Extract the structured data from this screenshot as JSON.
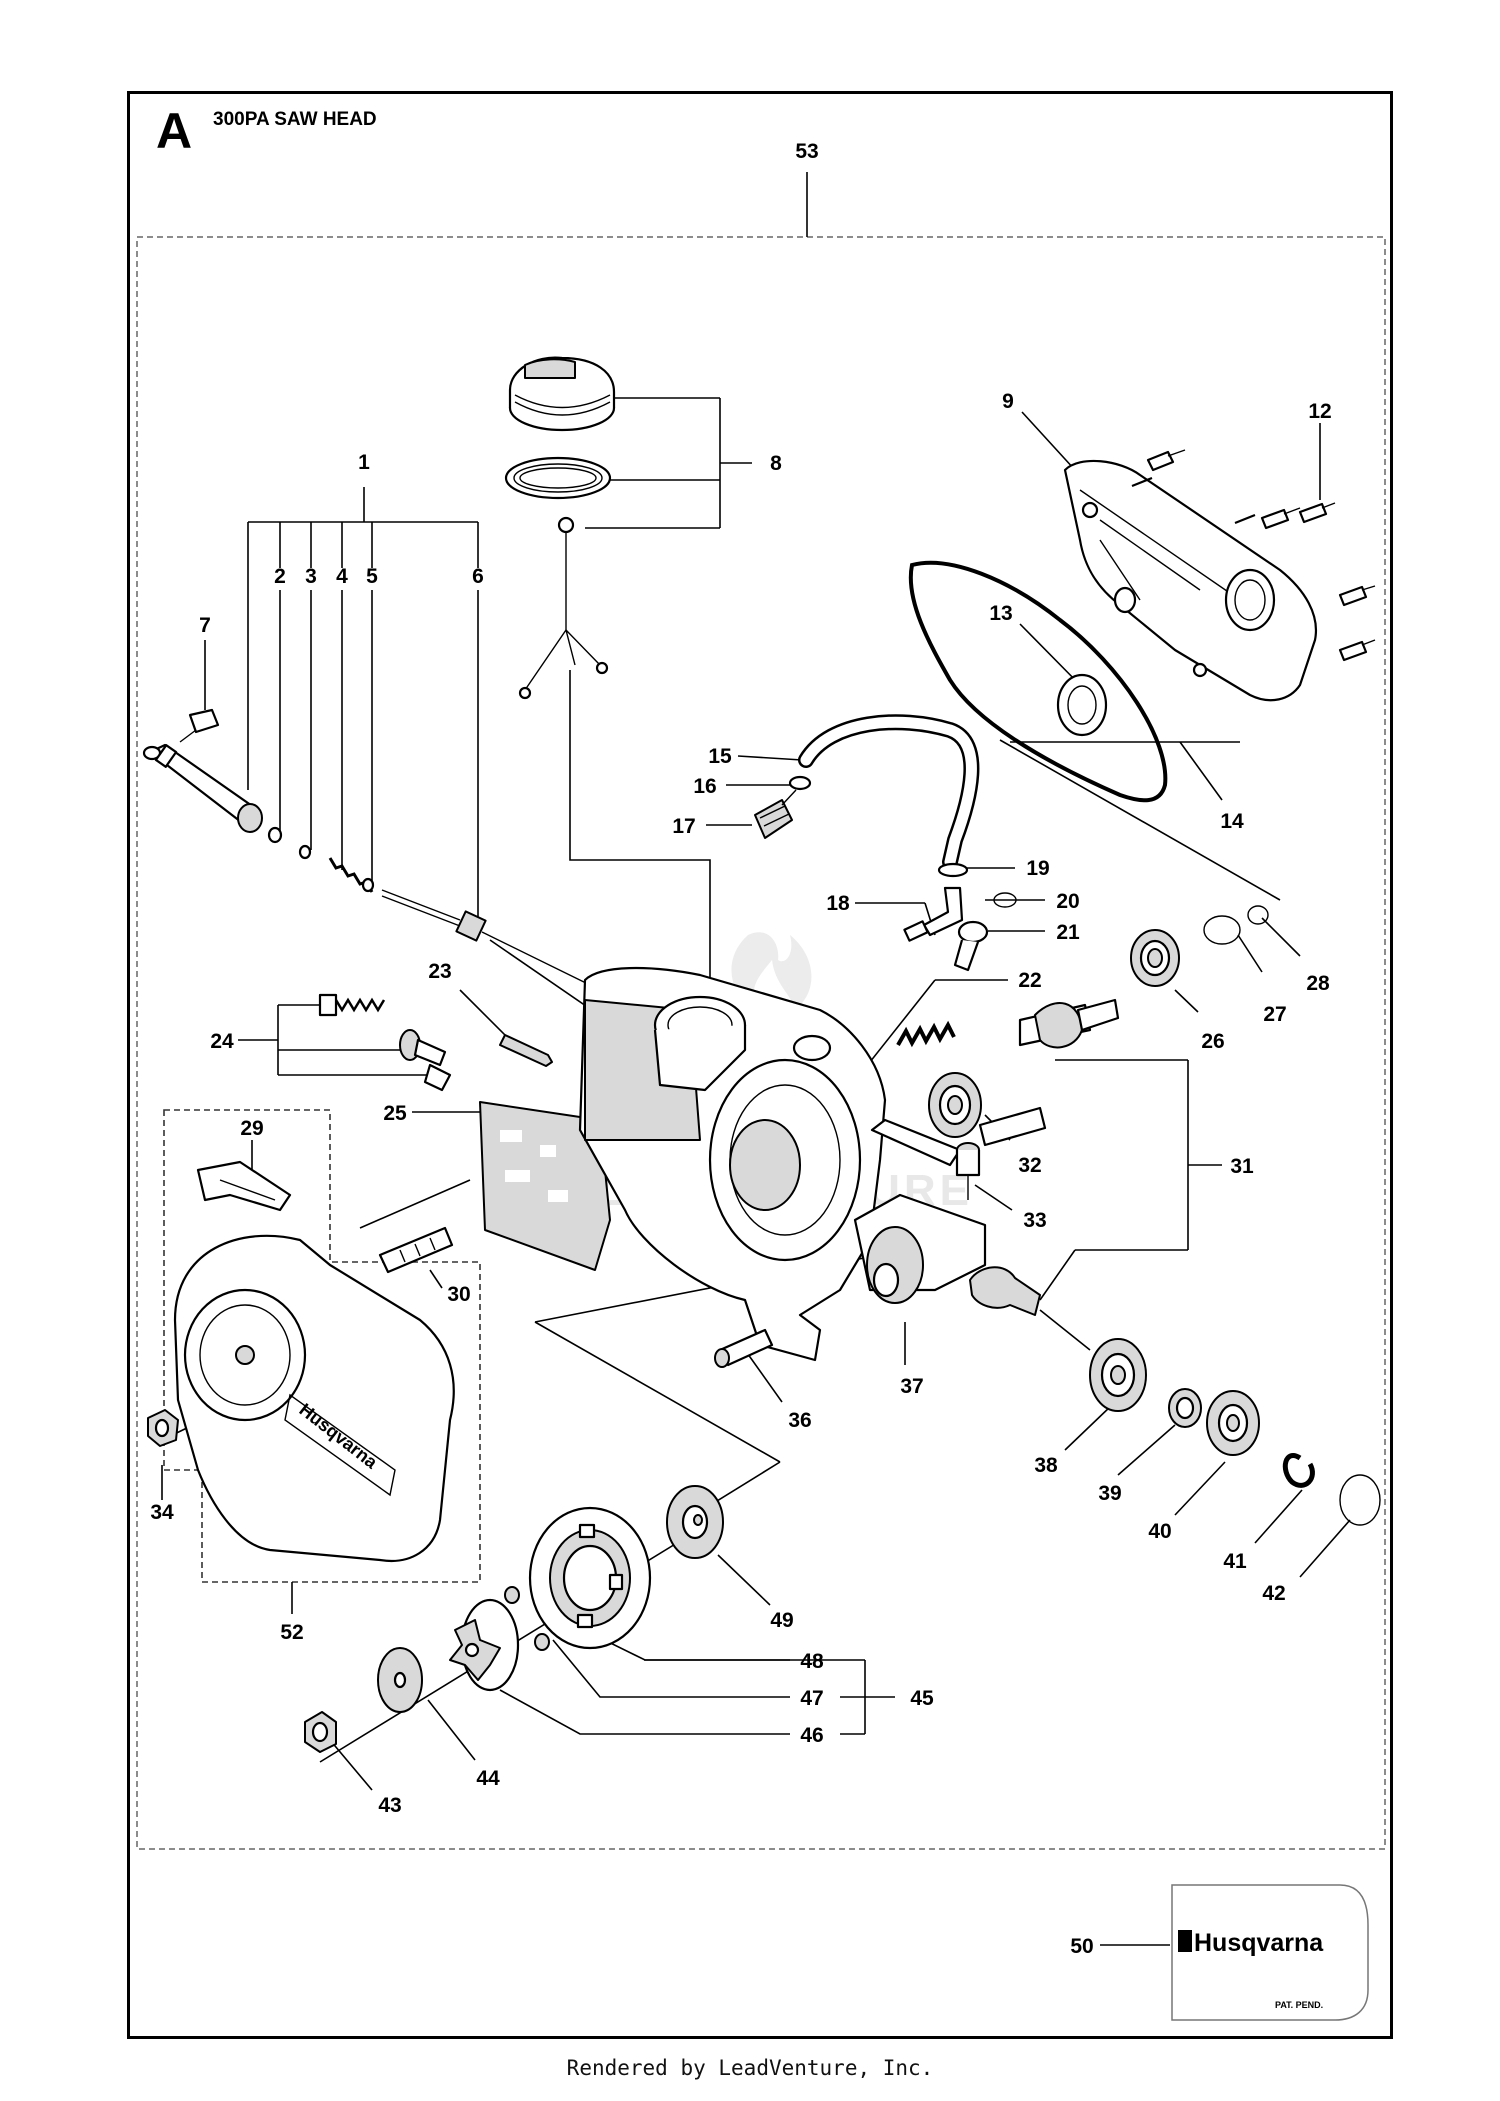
{
  "header": {
    "section_letter": "A",
    "title": "300PA SAW HEAD"
  },
  "callouts": {
    "c1": "1",
    "c2": "2",
    "c3": "3",
    "c4": "4",
    "c5": "5",
    "c6": "6",
    "c7": "7",
    "c8": "8",
    "c9": "9",
    "c12": "12",
    "c13": "13",
    "c14": "14",
    "c15": "15",
    "c16": "16",
    "c17": "17",
    "c18": "18",
    "c19": "19",
    "c20": "20",
    "c21": "21",
    "c22": "22",
    "c23": "23",
    "c24": "24",
    "c25": "25",
    "c26": "26",
    "c27": "27",
    "c28": "28",
    "c29": "29",
    "c30": "30",
    "c31": "31",
    "c32": "32",
    "c33": "33",
    "c34": "34",
    "c36": "36",
    "c37": "37",
    "c38": "38",
    "c39": "39",
    "c40": "40",
    "c41": "41",
    "c42": "42",
    "c43": "43",
    "c44": "44",
    "c45": "45",
    "c46": "46",
    "c47": "47",
    "c48": "48",
    "c49": "49",
    "c50": "50",
    "c52": "52",
    "c53": "53"
  },
  "decal": {
    "brand": "Husqvarna",
    "patent": "PAT. PEND."
  },
  "cover_brand": "Husqvarna",
  "watermark": "LEADVENTURE",
  "footer": {
    "credit": "Rendered by LeadVenture, Inc."
  }
}
